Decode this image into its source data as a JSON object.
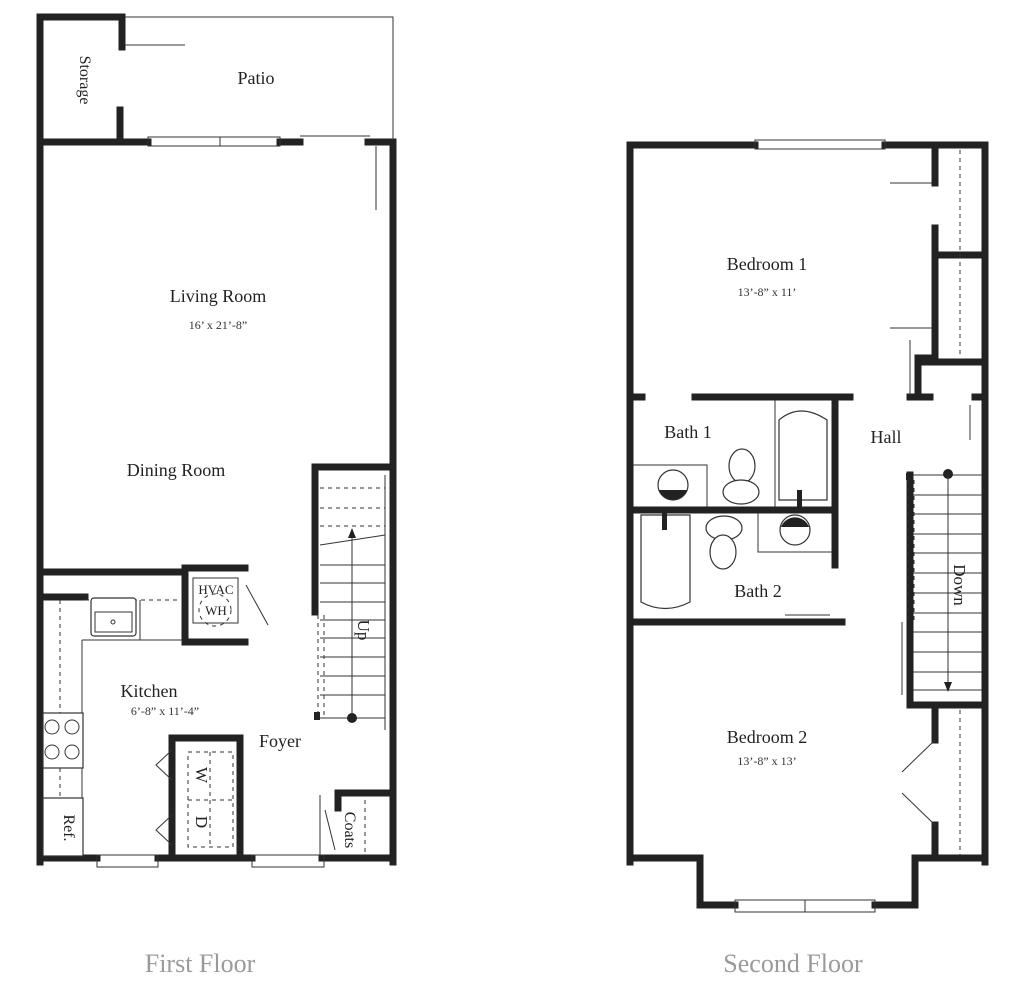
{
  "first_floor": {
    "caption": "First Floor",
    "rooms": {
      "storage": "Storage",
      "patio": "Patio",
      "living_room": "Living Room",
      "living_room_dim": "16’ x 21’-8”",
      "dining_room": "Dining Room",
      "kitchen": "Kitchen",
      "kitchen_dim": "6’-8” x 11’-4”",
      "foyer": "Foyer",
      "hvac": "HVAC",
      "wh": "WH",
      "washer": "W",
      "dryer": "D",
      "ref": "Ref.",
      "coats": "Coats",
      "stairs": "Up"
    }
  },
  "second_floor": {
    "caption": "Second Floor",
    "rooms": {
      "bedroom1": "Bedroom 1",
      "bedroom1_dim": "13’-8” x 11’",
      "bath1": "Bath 1",
      "hall": "Hall",
      "bath2": "Bath 2",
      "bedroom2": "Bedroom 2",
      "bedroom2_dim": "13’-8” x 13’",
      "stairs": "Down"
    }
  }
}
